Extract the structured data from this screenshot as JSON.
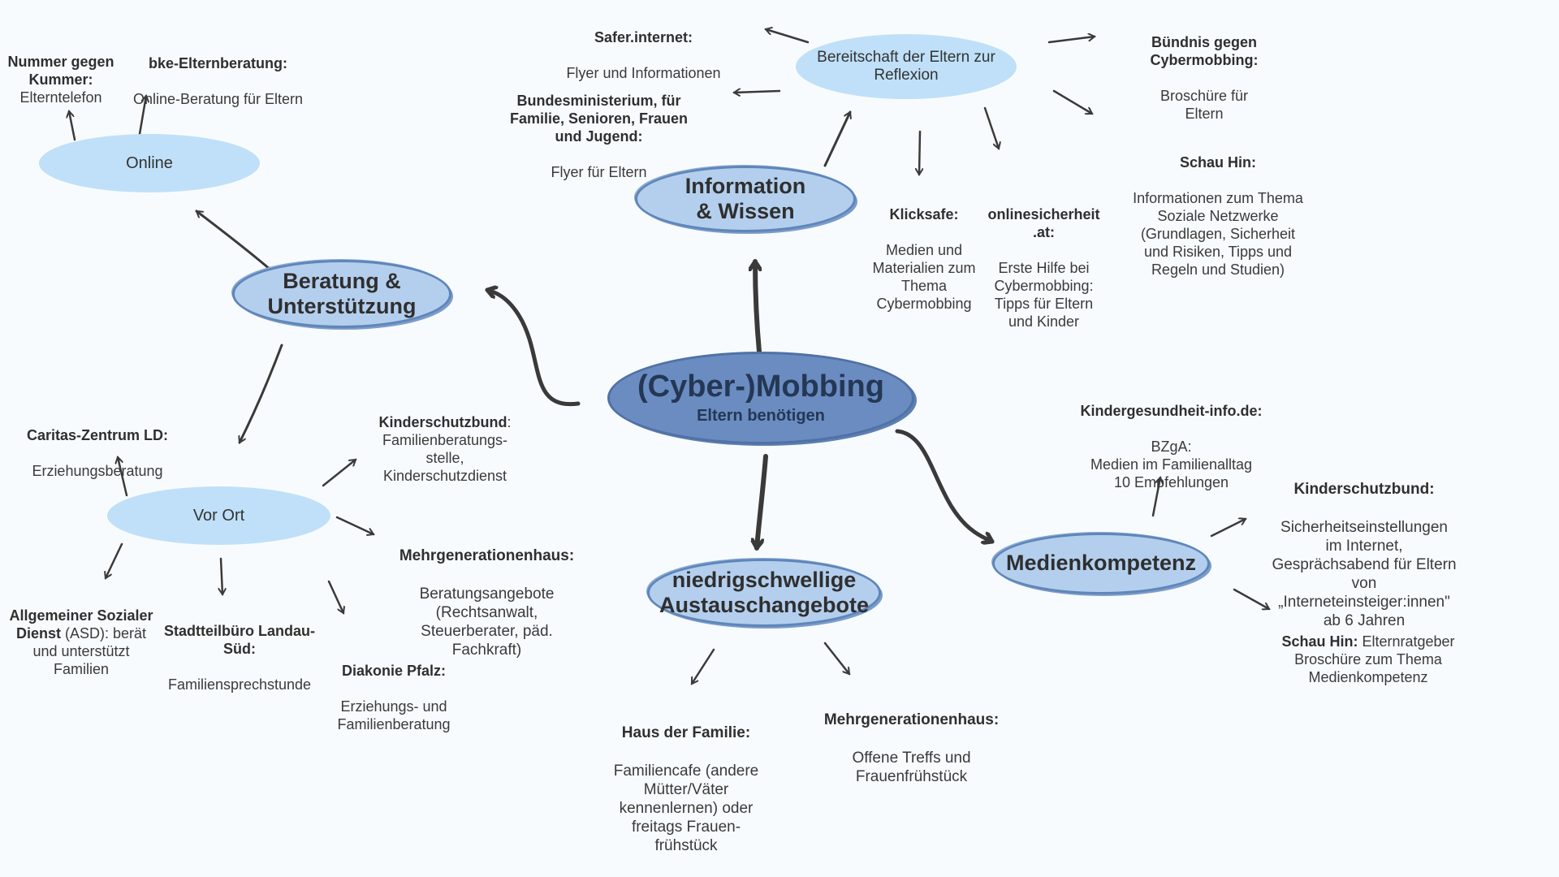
{
  "center": {
    "title": "(Cyber-)Mobbing",
    "subtitle": "Eltern benötigen"
  },
  "hubs": {
    "beratung": "Beratung &\nUnterstützung",
    "information": "Information\n& Wissen",
    "austausch": "niedrigschwellige\nAustauschangebote",
    "medien": "Medienkompetenz"
  },
  "subhubs": {
    "online": "Online",
    "vor_ort": "Vor Ort",
    "reflexion": "Bereitschaft der Eltern zur\nReflexion"
  },
  "notes": {
    "nummer_gegen_kummer": {
      "title": "Nummer gegen\nKummer:",
      "text": "Elterntelefon"
    },
    "bke": {
      "title": "bke-Elternberatung:",
      "text": "Online-Beratung für Eltern"
    },
    "caritas": {
      "title": "Caritas-Zentrum LD:",
      "text": "Erziehungsberatung"
    },
    "kinderschutzbund_vorort": {
      "title": "Kinderschutzbund",
      "text": ":\nFamilienberatungs-\nstelle,\nKinderschutzdienst"
    },
    "mehrgenerationenhaus_beratung": {
      "title": "Mehrgenerationenhaus:",
      "text": "Beratungsangebote\n(Rechtsanwalt,\nSteuerberater, päd.\nFachkraft)"
    },
    "asd": {
      "title": "Allgemeiner Sozialer\nDienst",
      "text": " (ASD): berät\nund unterstützt\nFamilien"
    },
    "stadtteilbuero": {
      "title": "Stadtteilbüro  Landau-\nSüd:",
      "text": "Familiensprechstunde"
    },
    "diakonie": {
      "title": "Diakonie Pfalz:",
      "text": "Erziehungs- und\nFamilienberatung"
    },
    "safer_internet": {
      "title": "Safer.internet:",
      "text": "Flyer und Informationen"
    },
    "bmfsfj": {
      "title": "Bundesministerium, für\nFamilie, Senioren, Frauen\nund Jugend:",
      "text": "Flyer für Eltern"
    },
    "klicksafe": {
      "title": "Klicksafe:",
      "text": "Medien und\nMaterialien zum\nThema\nCybermobbing"
    },
    "onlinesicherheit": {
      "title": "onlinesicherheit\n.at:",
      "text": "Erste Hilfe bei\nCybermobbing:\nTipps für Eltern\nund Kinder"
    },
    "buendnis": {
      "title": "Bündnis gegen\nCybermobbing:",
      "text": "Broschüre für\nEltern"
    },
    "schau_hin_info": {
      "title": "Schau Hin:",
      "text": "Informationen zum Thema\nSoziale Netzwerke\n(Grundlagen, Sicherheit\nund Risiken,  Tipps und\nRegeln und Studien)"
    },
    "haus_der_familie": {
      "title": "Haus der Familie:",
      "text": "Familiencafe (andere\nMütter/Väter\nkennenlernen) oder\nfreitags Frauen-\nfrühstück"
    },
    "mehrgenerationenhaus_treffs": {
      "title": "Mehrgenerationenhaus:",
      "text": "Offene Treffs und\nFrauenfrühstück"
    },
    "kindergesundheit": {
      "title": "Kindergesundheit-info.de:",
      "text": "BZgA:\nMedien im Familienalltag\n10 Empfehlungen"
    },
    "kinderschutzbund_medien": {
      "title": "Kinderschutzbund:",
      "text": "Sicherheitseinstellungen\nim Internet,\nGesprächsabend für Eltern\nvon\n„Interneteinsteiger:innen\"\nab 6 Jahren"
    },
    "schau_hin_medien": {
      "title": "Schau Hin:",
      "text": " Elternratgeber\nBroschüre zum Thema\nMedienkompetenz"
    }
  },
  "colors": {
    "background": "#f8fbfd",
    "light_ellipse": "#bfe0f8",
    "hub_ellipse": "#b4cfee",
    "center_ellipse": "#6a8cc1",
    "arrow": "#3a3a3a"
  }
}
